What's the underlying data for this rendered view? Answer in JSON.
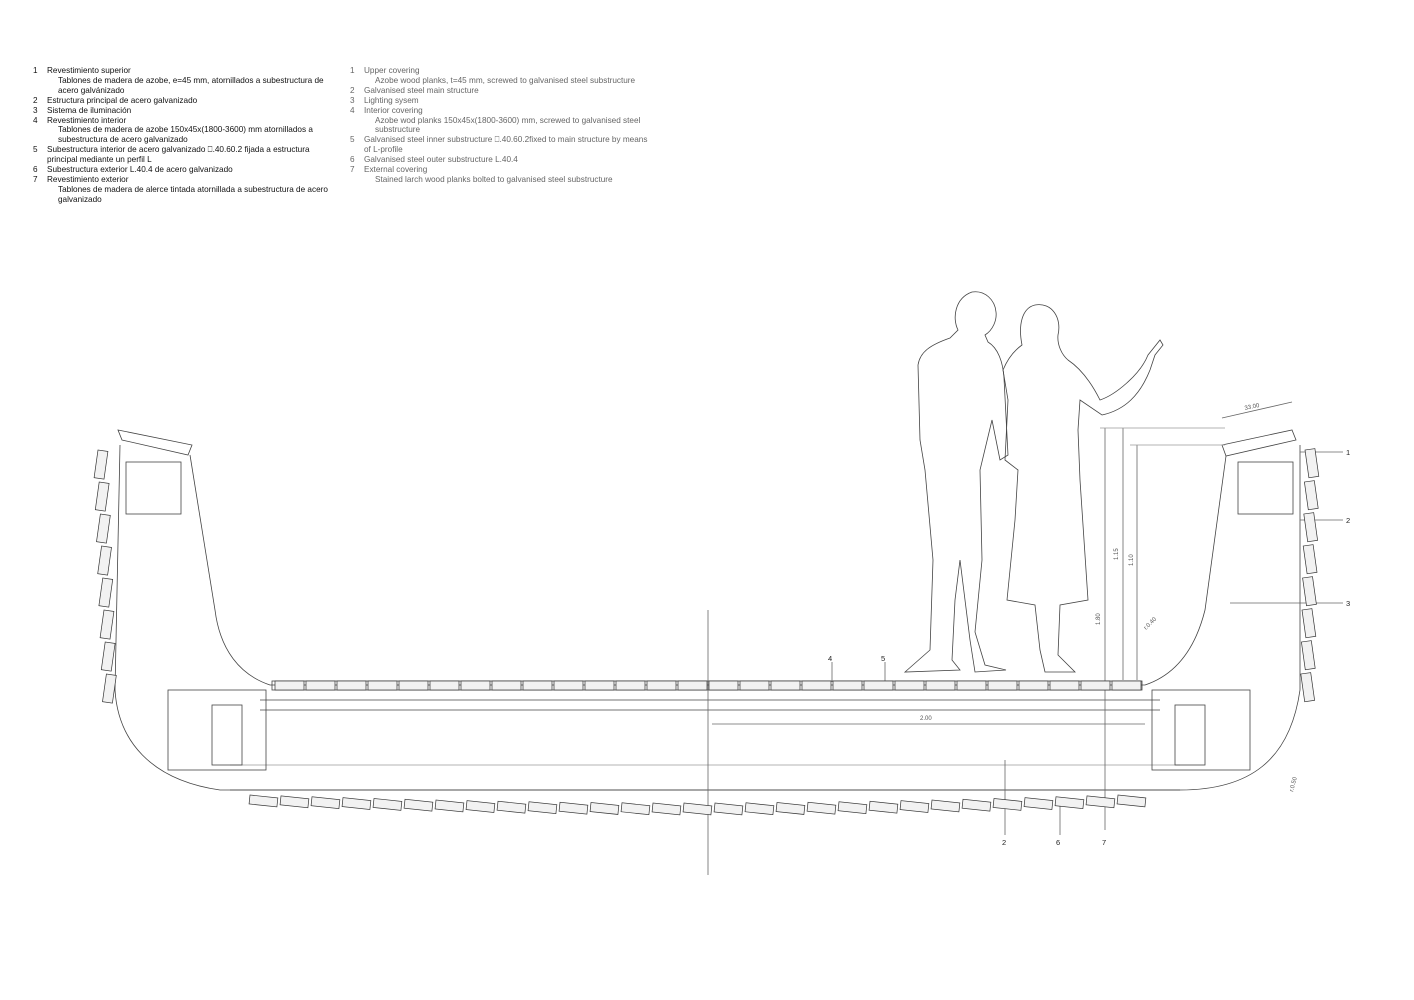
{
  "legend_es": [
    {
      "num": "1",
      "title": "Revestimiento superior",
      "detail": "Tablones de madera de azobe, e=45 mm, atornillados a subestructura de acero galvánizado"
    },
    {
      "num": "2",
      "title": "Estructura principal de acero galvanizado",
      "detail": ""
    },
    {
      "num": "3",
      "title": "Sistema de iluminación",
      "detail": ""
    },
    {
      "num": "4",
      "title": "Revestimiento interior",
      "detail": "Tablones de madera de azobe 150x45x(1800-3600) mm atornillados a subestructura de acero galvanizado"
    },
    {
      "num": "5",
      "title": "Subestructura interior de acero galvanizado ⎕.40.60.2 fijada a estructura principal mediante un perfil L",
      "detail": ""
    },
    {
      "num": "6",
      "title": "Subestructura exterior L.40.4 de acero galvanizado",
      "detail": ""
    },
    {
      "num": "7",
      "title": "Revestimiento exterior",
      "detail": "Tablones de madera de alerce tintada atornillada a subestructura de acero galvanizado"
    }
  ],
  "legend_en": [
    {
      "num": "1",
      "title": "Upper covering",
      "detail": "Azobe wood planks, t=45 mm, screwed to galvanised steel substructure"
    },
    {
      "num": "2",
      "title": "Galvanised steel main structure",
      "detail": ""
    },
    {
      "num": "3",
      "title": "Lighting sysem",
      "detail": ""
    },
    {
      "num": "4",
      "title": "Interior covering",
      "detail": "Azobe wod planks 150x45x(1800-3600) mm, screwed to galvanised steel substructure"
    },
    {
      "num": "5",
      "title": "Galvanised steel inner substructure ⎕.40.60.2fixed to main structure by means of L-profile",
      "detail": ""
    },
    {
      "num": "6",
      "title": "Galvanised steel outer substructure L.40.4",
      "detail": ""
    },
    {
      "num": "7",
      "title": "External covering",
      "detail": "Stained larch wood planks bolted to galvanised steel substructure"
    }
  ],
  "callouts": {
    "c1": "1",
    "c2": "2",
    "c3": "3",
    "c4": "4",
    "c5": "5",
    "b2": "2",
    "b6": "6",
    "b7": "7"
  },
  "dimensions": {
    "d_top": "33.00",
    "d_width": "2.00",
    "d_h1": "1.15",
    "d_h2": "1.10",
    "d_h3": "1.80",
    "d_r1": "r.0.40",
    "d_r2": "r.0.50"
  },
  "colors": {
    "line": "#444444",
    "light": "#9a9a9a",
    "ink": "#111111"
  }
}
